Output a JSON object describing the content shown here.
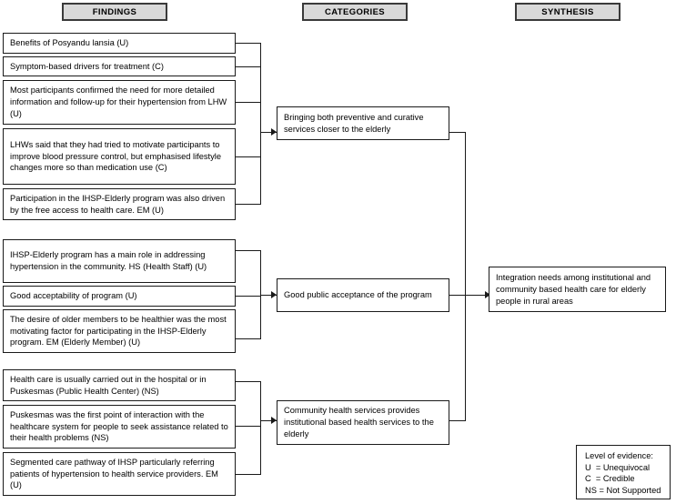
{
  "headers": {
    "findings": "FINDINGS",
    "categories": "CATEGORIES",
    "synthesis": "SYNTHESIS"
  },
  "findings": [
    {
      "id": "f1",
      "text": "Benefits of Posyandu lansia (U)"
    },
    {
      "id": "f2",
      "text": "Symptom-based drivers for treatment (C)"
    },
    {
      "id": "f3",
      "text": "Most participants confirmed the need for more detailed information and follow-up for their hypertension from LHW (U)"
    },
    {
      "id": "f4",
      "text": "LHWs said that they had tried to motivate participants to improve blood pressure control, but emphasised lifestyle changes more so than medication use (C)"
    },
    {
      "id": "f5",
      "text": "Participation in the IHSP-Elderly program was also driven by the free access to health care. EM (U)"
    },
    {
      "id": "f6",
      "text": "IHSP-Elderly program has a main role in addressing hypertension in the community. HS (Health Staff) (U)"
    },
    {
      "id": "f7",
      "text": "Good acceptability of program (U)"
    },
    {
      "id": "f8",
      "text": "The desire of older members to be healthier was the most motivating factor for participating in the IHSP-Elderly program. EM (Elderly Member) (U)"
    },
    {
      "id": "f9",
      "text": "Health care is usually carried out in the hospital or in Puskesmas (Public Health Center) (NS)"
    },
    {
      "id": "f10",
      "text": "Puskesmas was the first point of interaction with the healthcare system for people to seek assistance related to their health problems (NS)"
    },
    {
      "id": "f11",
      "text": "Segmented care pathway of IHSP particularly referring patients of hypertension to health service providers. EM (U)"
    }
  ],
  "categories": [
    {
      "id": "c1",
      "text": "Bringing both preventive and curative services closer to the elderly"
    },
    {
      "id": "c2",
      "text": "Good public acceptance of the program"
    },
    {
      "id": "c3",
      "text": "Community health services provides institutional based health services to the elderly"
    }
  ],
  "synthesis": {
    "id": "s1",
    "text": "Integration needs among institutional and community based health care for elderly people in rural areas"
  },
  "legend": {
    "title": "Level of evidence:",
    "items": [
      "U  = Unequivocal",
      "C  = Credible",
      "NS = Not Supported"
    ]
  },
  "colors": {
    "header_fill": "#d9d9d9",
    "header_border": "#3a3a3a",
    "node_border": "#1a1a1a",
    "connector": "#1a1a1a",
    "background": "#ffffff"
  }
}
